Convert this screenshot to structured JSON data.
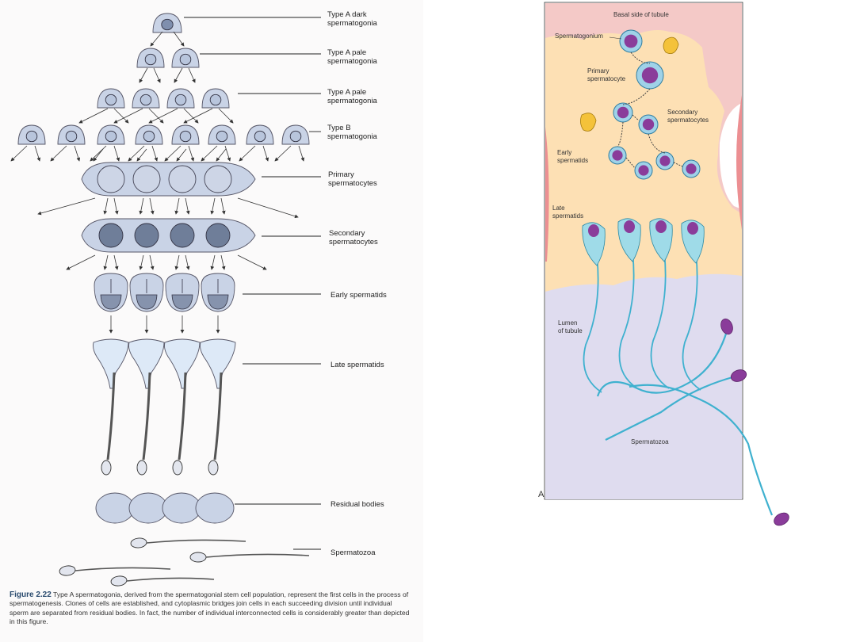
{
  "left_figure": {
    "labels": {
      "type_a_dark": "Type A dark\nspermatogonia",
      "type_a_pale_1": "Type A pale\nspermatogonia",
      "type_a_pale_2": "Type A pale\nspermatogonia",
      "type_b": "Type B\nspermatogonia",
      "primary": "Primary\nspermatocytes",
      "secondary": "Secondary\nspermatocytes",
      "early_spermatids": "Early spermatids",
      "late_spermatids": "Late spermatids",
      "residual_bodies": "Residual bodies",
      "spermatozoa": "Spermatozoa"
    },
    "caption": {
      "figure_number": "Figure 2.22",
      "text": "Type A spermatogonia, derived from the spermatogonial stem cell population, represent the first cells in the process of spermatogenesis. Clones of cells are established, and cytoplasmic bridges join cells in each succeeding division until individual sperm are separated from residual bodies. In fact, the number of individual interconnected cells is considerably greater than depicted in this figure."
    }
  },
  "right_figure": {
    "labels": {
      "basal_side": "Basal side of tubule",
      "spermatogonium": "Spermatogonium",
      "primary_spermatocyte": "Primary\nspermatocyte",
      "secondary_spermatocytes": "Secondary\nspermatocytes",
      "early_spermatids": "Early\nspermatids",
      "late_spermatids": "Late\nspermatids",
      "lumen": "Lumen\nof tubule",
      "spermatozoa": "Spermatozoa",
      "panel_letter": "A"
    }
  },
  "colors": {
    "cell_fill": "#c9d3e6",
    "nucleus": "#8898b5",
    "basal_pink": "#f4c9c7",
    "epithelium_orange": "#fde0b4",
    "lumen_purple": "#dfdcef",
    "sperm_cyan": "#3fb1cf",
    "sperm_head": "#8a3c9a"
  }
}
